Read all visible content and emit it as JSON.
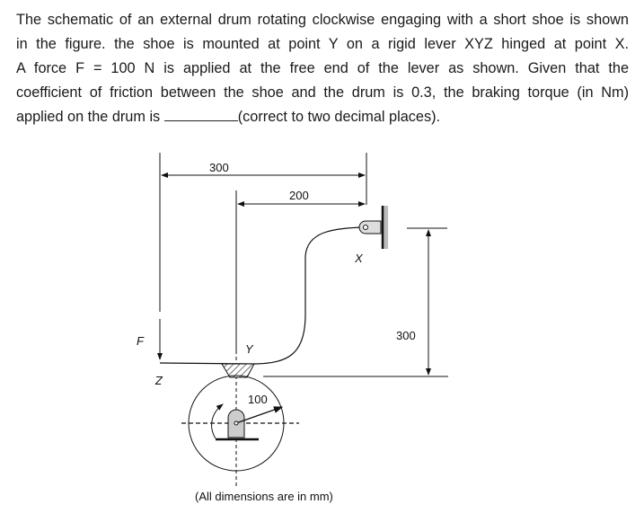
{
  "question": {
    "lines": [
      "The schematic of an external drum rotating clockwise engaging with a short shoe is shown",
      "in the figure. the shoe is mounted at point Y on a rigid lever XYZ hinged at point X.",
      "A force F = 100 N is applied at the free end of the lever as shown. Given that the",
      "coefficient of friction between the shoe and the drum is 0.3, the braking torque (in Nm)"
    ],
    "last_before": "applied on the drum is ",
    "last_after": "(correct to two decimal places)."
  },
  "figure": {
    "dim_zx": "300",
    "dim_yx": "200",
    "dim_height": "300",
    "radius": "100",
    "label_f": "F",
    "label_z": "Z",
    "label_y": "Y",
    "label_x": "X",
    "caption": "(All dimensions are in mm)"
  }
}
